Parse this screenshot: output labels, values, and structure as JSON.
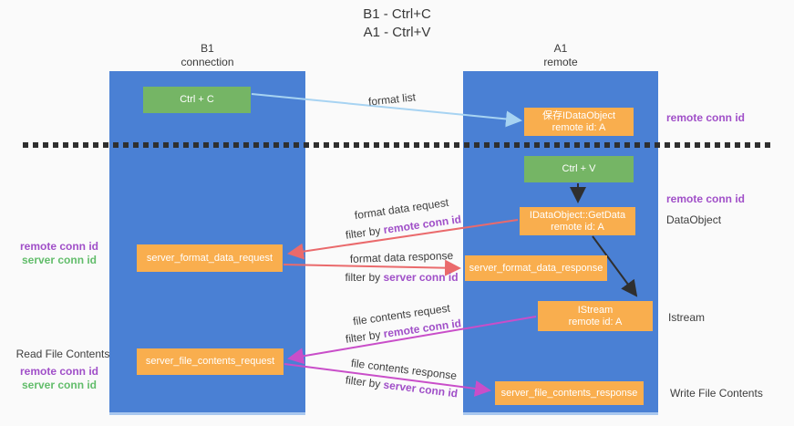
{
  "title": {
    "line1": "B1 - Ctrl+C",
    "line2": "A1 - Ctrl+V"
  },
  "lanes": {
    "left": {
      "name": "B1",
      "subtitle": "connection"
    },
    "right": {
      "name": "A1",
      "subtitle": "remote"
    }
  },
  "nodes": {
    "ctrl_c": {
      "label": "Ctrl + C"
    },
    "save_idataobject": {
      "line1": "保存IDataObject",
      "line2": "remote id: A"
    },
    "ctrl_v": {
      "label": "Ctrl + V"
    },
    "getdata": {
      "line1": "IDataObject::GetData",
      "line2": "remote id: A"
    },
    "server_format_data_request": {
      "label": "server_format_data_request"
    },
    "server_format_data_response": {
      "label": "server_format_data_response"
    },
    "istream": {
      "line1": "IStream",
      "line2": "remote id: A"
    },
    "server_file_contents_request": {
      "label": "server_file_contents_request"
    },
    "server_file_contents_response": {
      "label": "server_file_contents_response"
    }
  },
  "edge_labels": {
    "format_list": "format list",
    "format_data_request": "format data request",
    "format_data_response": "format data response",
    "file_contents_request": "file contents request",
    "file_contents_response": "file contents response",
    "filter_by": "filter by",
    "remote_conn_id": "remote conn id",
    "server_conn_id": "server conn id"
  },
  "side_labels": {
    "remote_conn_id_top_right": "remote conn id",
    "remote_conn_id_mid_right": "remote conn id",
    "dataobject": "DataObject",
    "istream": "Istream",
    "write_file_contents": "Write File Contents",
    "read_file_contents": "Read File Contents",
    "remote_conn_id_left": "remote conn id",
    "server_conn_id_left": "server conn id",
    "remote_conn_id_left_bottom": "remote conn id",
    "server_conn_id_left_bottom": "server conn id"
  },
  "colors": {
    "background": "#fafafa",
    "lane_blue": "#4a80d4",
    "lane_edge": "#a9c7ef",
    "node_green": "#75b565",
    "node_orange": "#f9ae4e",
    "arrow_blue": "#a7d3f2",
    "arrow_black": "#2f2f2f",
    "arrow_red": "#ea6a6c",
    "arrow_magenta": "#c94ec9",
    "text_dark": "#3d3d3d",
    "text_purple": "#a04fc8",
    "text_green": "#62bd6b"
  }
}
